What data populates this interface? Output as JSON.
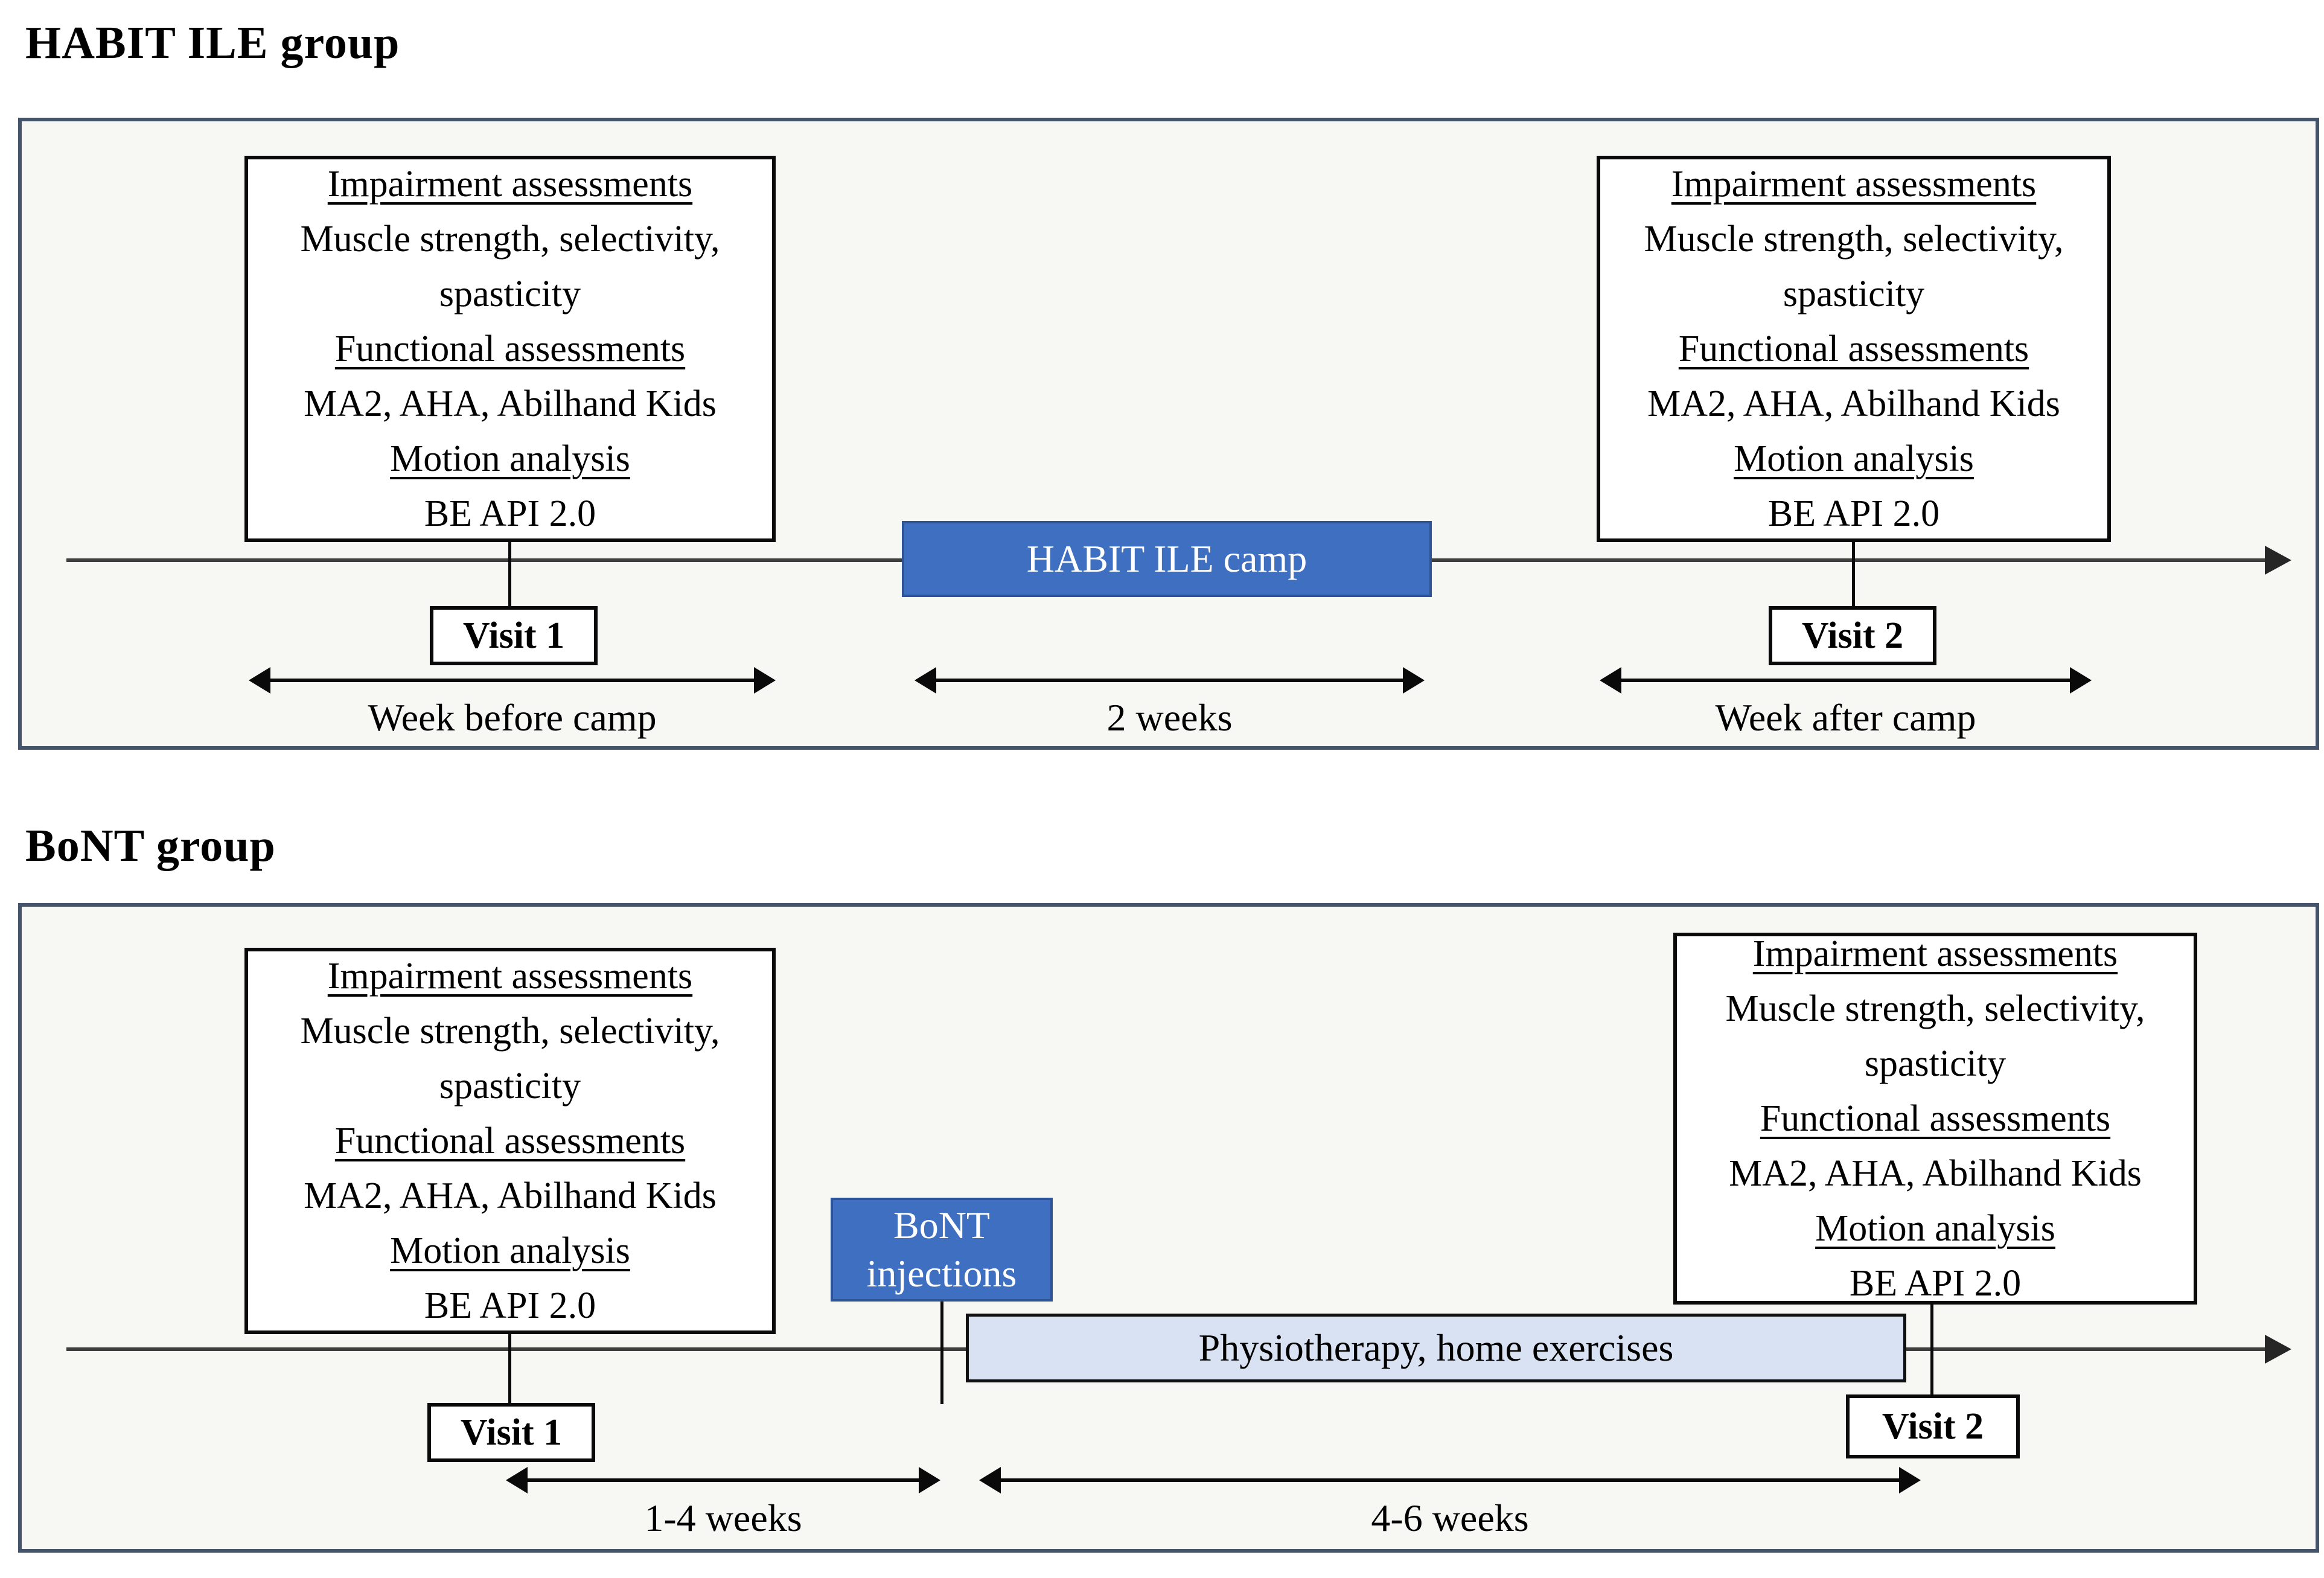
{
  "figure": {
    "type": "study-design-timeline",
    "description_visible_text_only": true
  },
  "colors": {
    "panel_border": "#44546A",
    "panel_fill": "#F7F7F4",
    "accent_blue_fill": "#3E6FC1",
    "accent_blue_border": "#2F5496",
    "light_blue_fill": "#D9E2F3",
    "line_black": "#0A0A0A",
    "timeline_gray": "#3F3F3F",
    "text_white": "#FFFFFF",
    "text_black": "#000000"
  },
  "assessment_box": {
    "lines": [
      {
        "text": "Impairment assessments",
        "underline": true
      },
      {
        "text": "Muscle strength, selectivity,",
        "underline": false
      },
      {
        "text": "spasticity",
        "underline": false
      },
      {
        "text": "Functional assessments",
        "underline": true
      },
      {
        "text": "MA2, AHA, Abilhand Kids",
        "underline": false
      },
      {
        "text": "Motion analysis",
        "underline": true
      },
      {
        "text": "BE API 2.0",
        "underline": false
      }
    ]
  },
  "sections": [
    {
      "title": "HABIT ILE group",
      "camp_label": "HABIT ILE camp",
      "visit1": "Visit 1",
      "visit2": "Visit 2",
      "interval_left": "Week before camp",
      "interval_mid": "2 weeks",
      "interval_right": "Week after camp"
    },
    {
      "title": "BoNT group",
      "injections_line1": "BoNT",
      "injections_line2": "injections",
      "therapy_label": "Physiotherapy, home exercises",
      "visit1": "Visit 1",
      "visit2": "Visit 2",
      "interval_left": "1-4 weeks",
      "interval_right": "4-6 weeks"
    }
  ]
}
